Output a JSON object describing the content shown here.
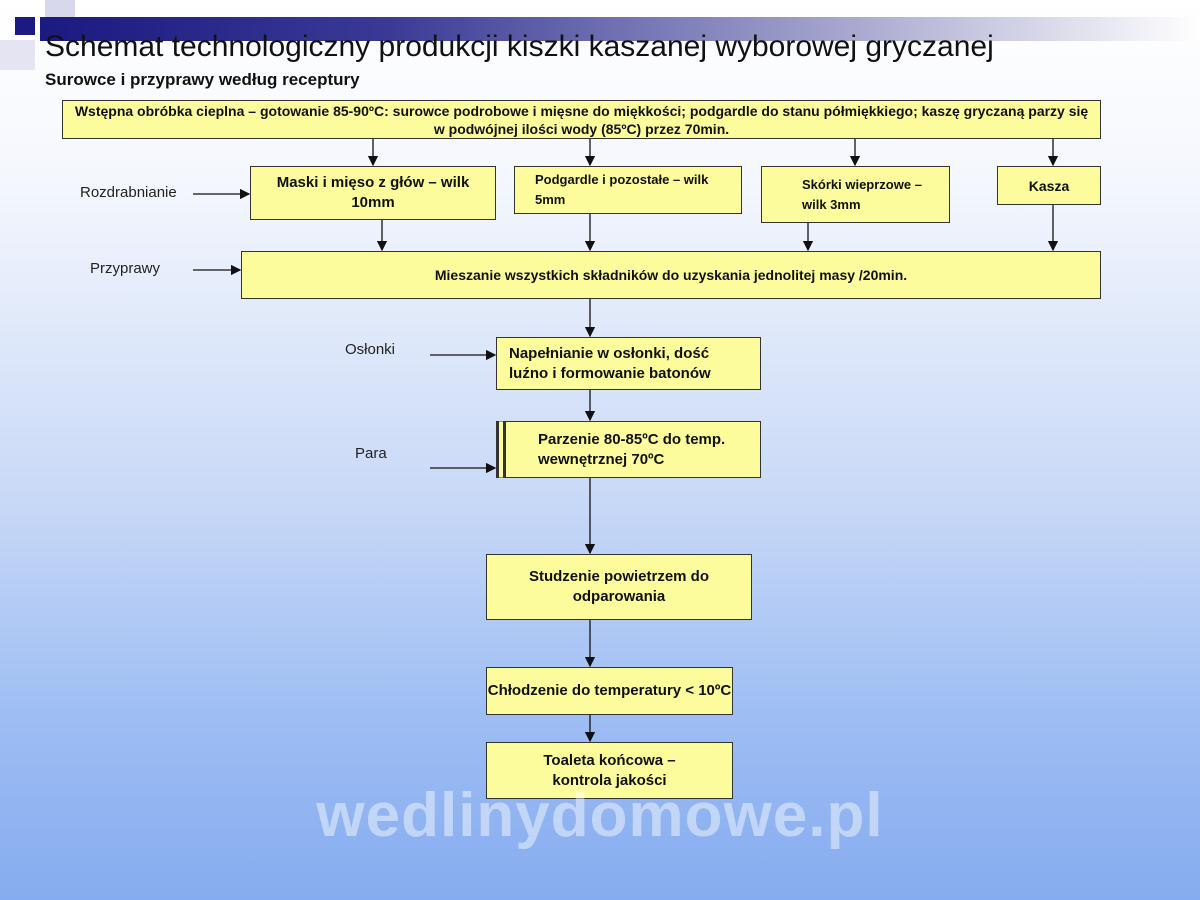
{
  "title": "Schemat technologiczny produkcji kiszki kaszanej wyborowej gryczanej",
  "subtitle": "Surowce i przyprawy według receptury",
  "boxes": {
    "wstepna": "Wstępna obróbka cieplna – gotowanie 85-90ºC: surowce podrobowe i mięsne do miękkości; podgardle do stanu półmiękkiego; kaszę gryczaną parzy się w podwójnej ilości wody (85ºC) przez 70min.",
    "maski": "Maski i mięso z głów – wilk 10mm",
    "podgardle": "Podgardle i pozostałe – wilk 5mm",
    "skorki": "Skórki wieprzowe – wilk 3mm",
    "kasza": "Kasza",
    "mieszanie": "Mieszanie wszystkich składników do uzyskania jednolitej masy  /20min.",
    "napelnianie": "Napełnianie w osłonki, dość luźno i formowanie batonów",
    "parzenie": "Parzenie 80-85ºC do temp. wewnętrznej 70ºC",
    "studzenie": "Studzenie powietrzem do odparowania",
    "chlodzenie": "Chłodzenie do temperatury < 10ºC",
    "toaleta": "Toaleta końcowa – kontrola jakości"
  },
  "inputs": {
    "rozdrabnianie": "Rozdrabnianie",
    "przyprawy": "Przyprawy",
    "oslonki": "Osłonki",
    "para": "Para"
  },
  "watermark": "wedlinydomowe.pl"
}
